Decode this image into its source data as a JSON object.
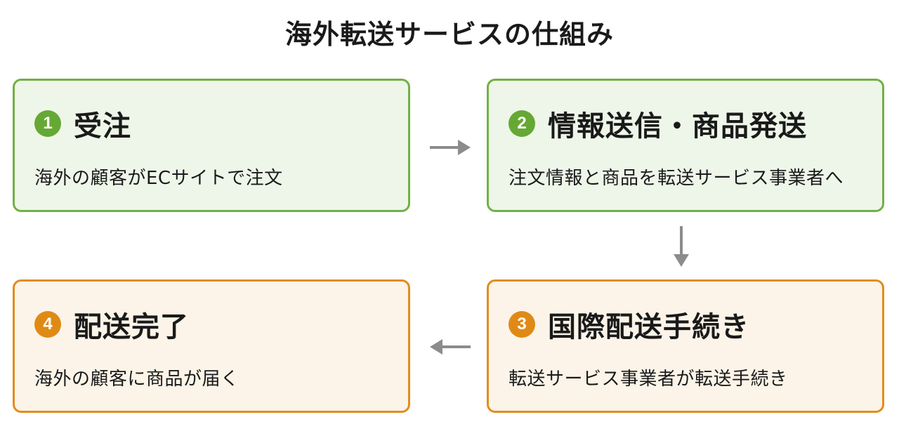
{
  "title": "海外転送サービスの仕組み",
  "steps": [
    {
      "number": "1",
      "label": "受注",
      "description": "海外の顧客がECサイトで注文",
      "color": "#66a834"
    },
    {
      "number": "2",
      "label": "情報送信・商品発送",
      "description": "注文情報と商品を転送サービス事業者へ",
      "color": "#66a834"
    },
    {
      "number": "3",
      "label": "国際配送手続き",
      "description": "転送サービス事業者が転送手続き",
      "color": "#e08a16"
    },
    {
      "number": "4",
      "label": "配送完了",
      "description": "海外の顧客に商品が届く",
      "color": "#e08a16"
    }
  ],
  "colors": {
    "green_border": "#72b045",
    "green_fill": "#eef6e9",
    "orange_border": "#e38c1c",
    "orange_fill": "#fcf4e8",
    "arrow": "#8c8c8c"
  }
}
